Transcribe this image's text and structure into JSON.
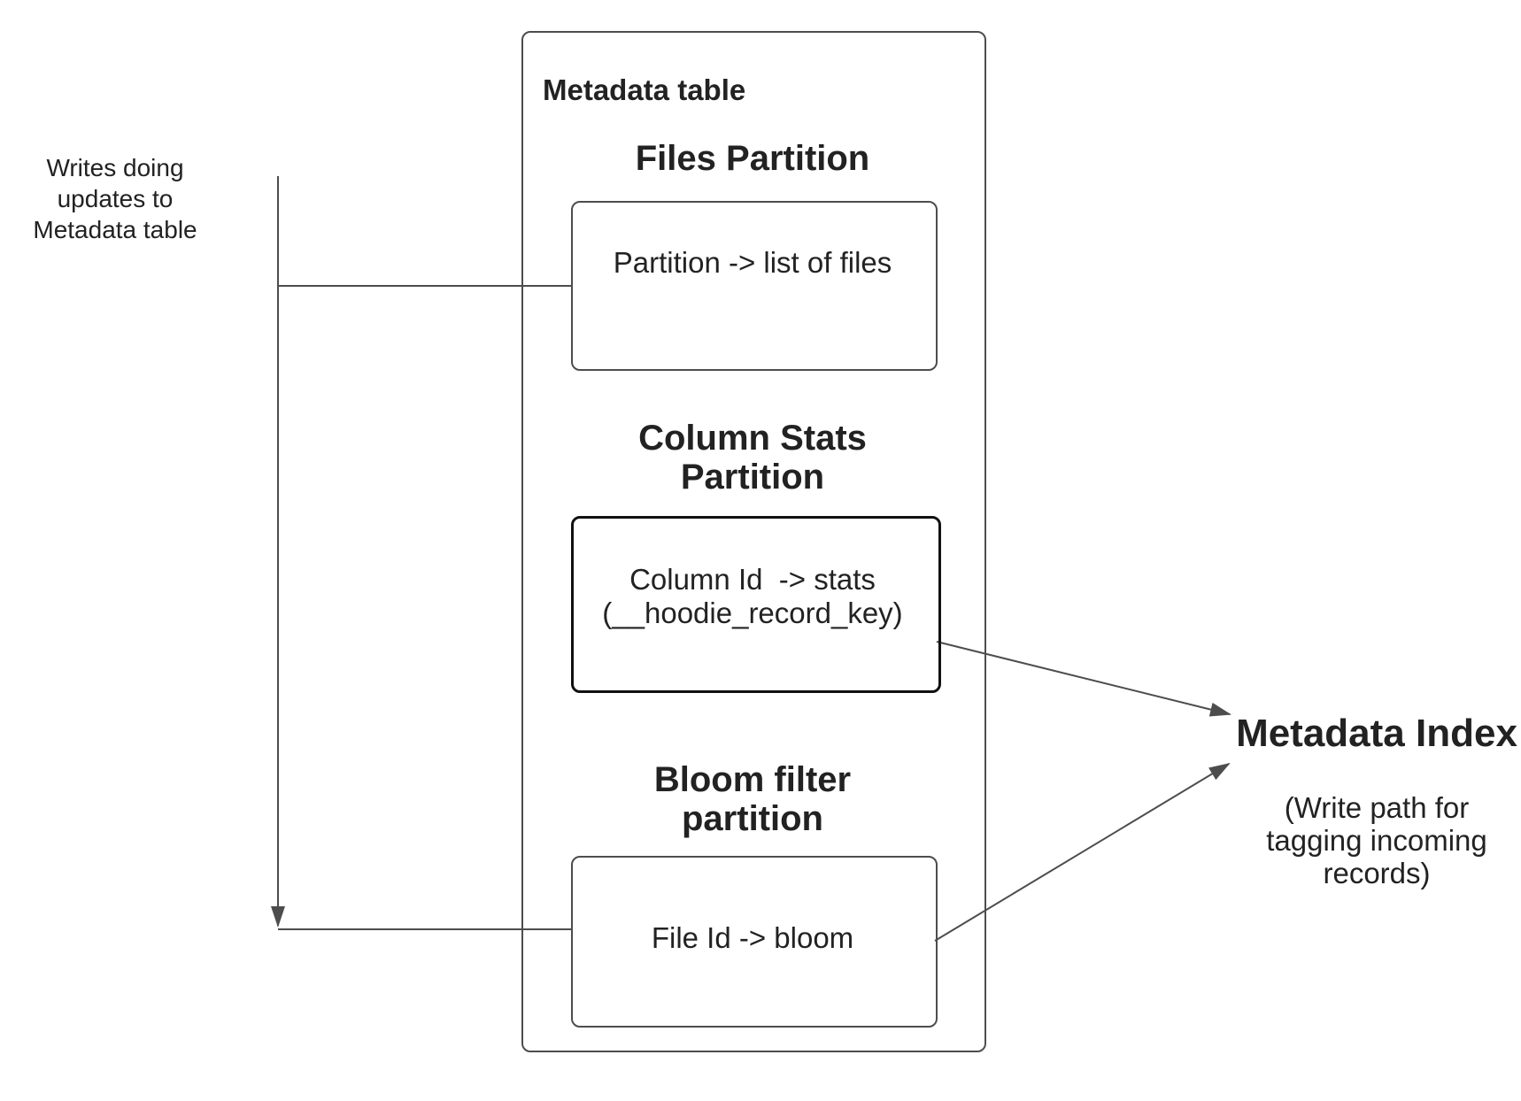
{
  "left_note": {
    "text": "Writes doing\nupdates to\nMetadata table"
  },
  "metadata_table": {
    "title": "Metadata table",
    "sections": [
      {
        "id": "files-partition",
        "heading": "Files Partition",
        "body": "Partition -> list of files"
      },
      {
        "id": "column-stats-partition",
        "heading": "Column Stats\nPartition",
        "body": "Column Id  -> stats\n(__hoodie_record_key)"
      },
      {
        "id": "bloom-filter-partition",
        "heading": "Bloom filter\npartition",
        "body": "File Id -> bloom"
      }
    ]
  },
  "metadata_index": {
    "title": "Metadata Index",
    "subtitle": "(Write path for\ntagging incoming\nrecords)"
  },
  "colors": {
    "connector_line": "#4d4d4d",
    "box_border": "#4d4d4d",
    "column_box_border": "#111111",
    "text": "#222222",
    "background": "#ffffff"
  }
}
